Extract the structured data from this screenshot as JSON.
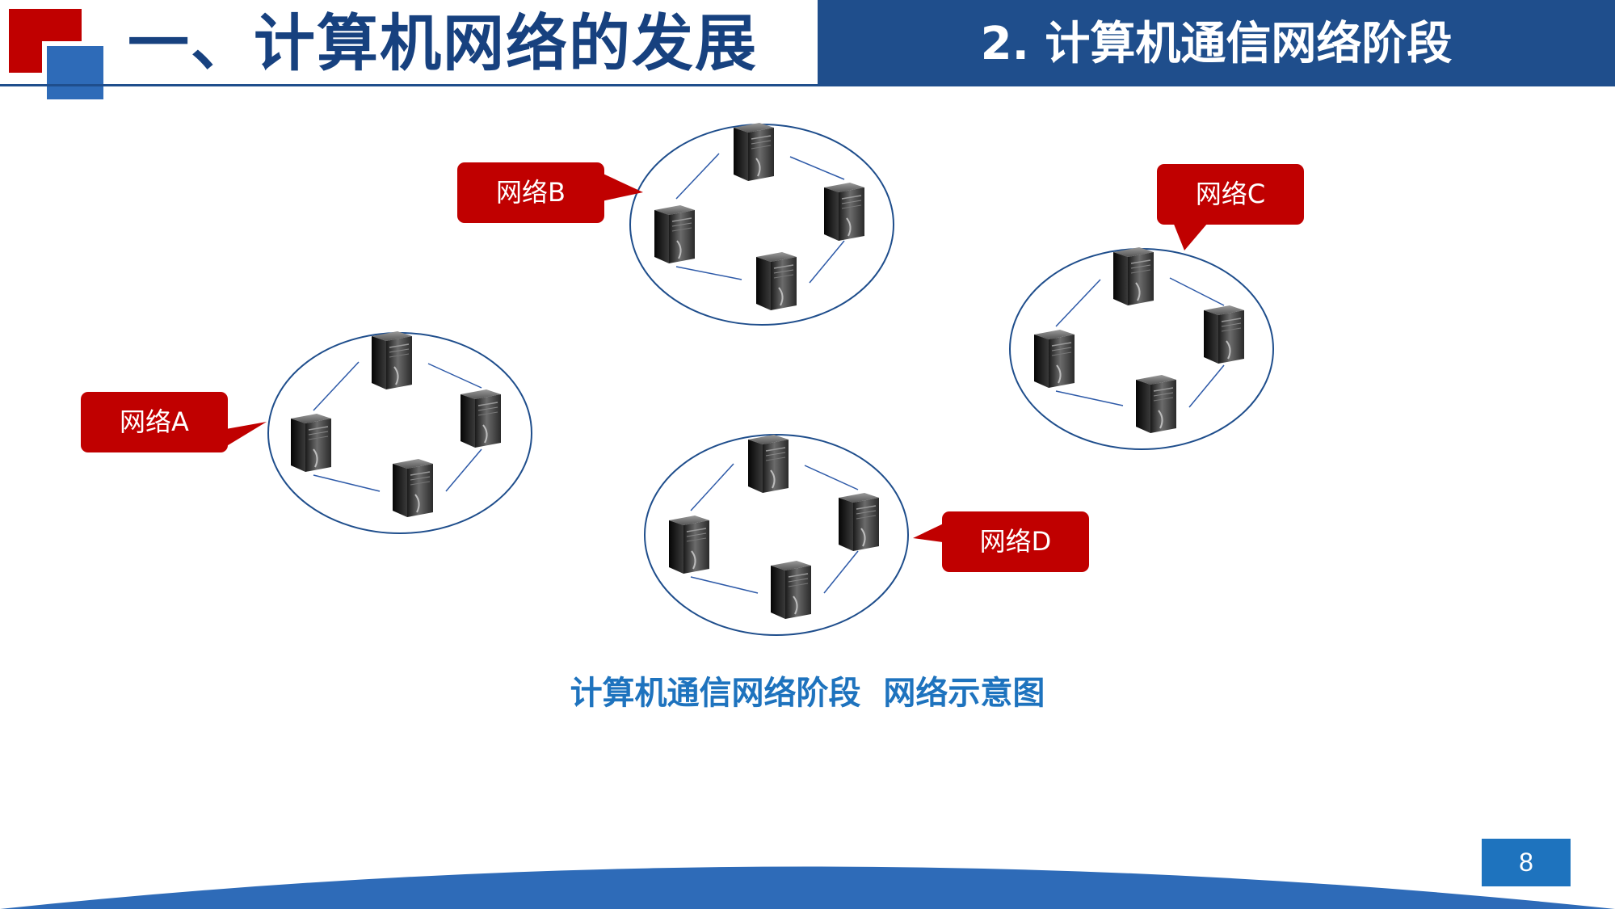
{
  "header": {
    "title": "一、计算机网络的发展",
    "subtitle": "2. 计算机通信网络阶段"
  },
  "diagram": {
    "networks": [
      {
        "id": "A",
        "label": "网络A"
      },
      {
        "id": "B",
        "label": "网络B"
      },
      {
        "id": "C",
        "label": "网络C"
      },
      {
        "id": "D",
        "label": "网络D"
      }
    ],
    "caption": "计算机通信网络阶段  网络示意图"
  },
  "footer": {
    "page_number": "8"
  },
  "colors": {
    "brand_red": "#c00000",
    "brand_blue": "#1f4e8c",
    "accent_blue": "#1e73be",
    "ellipse_stroke": "#1f4e8c",
    "link_line": "#2e5aa8"
  },
  "icons": {
    "server": "server-tower-icon"
  }
}
